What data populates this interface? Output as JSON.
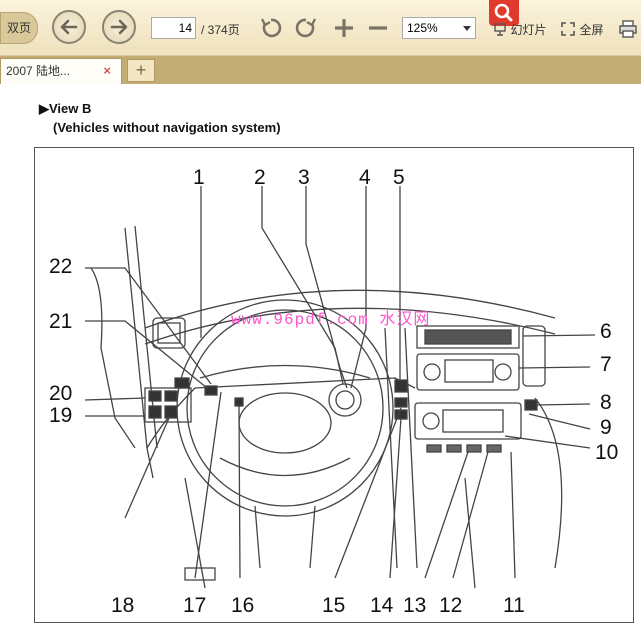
{
  "toolbar": {
    "dual_page": "双页",
    "current_page": "14",
    "total_pages": "/ 374页",
    "zoom": "125%",
    "slideshow": "幻灯片",
    "fullscreen": "全屏"
  },
  "tabs": [
    {
      "label": "2007 陆地...",
      "close": "×"
    }
  ],
  "new_tab": "+",
  "document": {
    "heading": "▶View B",
    "subheading": "(Vehicles without navigation system)",
    "watermark": "www.96pdf.com 水汉网",
    "callouts": {
      "n1": "1",
      "n2": "2",
      "n3": "3",
      "n4": "4",
      "n5": "5",
      "n6": "6",
      "n7": "7",
      "n8": "8",
      "n9": "9",
      "n10": "10",
      "n11": "11",
      "n12": "12",
      "n13": "13",
      "n14": "14",
      "n15": "15",
      "n16": "16",
      "n17": "17",
      "n18": "18",
      "n19": "19",
      "n20": "20",
      "n21": "21",
      "n22": "22"
    }
  }
}
